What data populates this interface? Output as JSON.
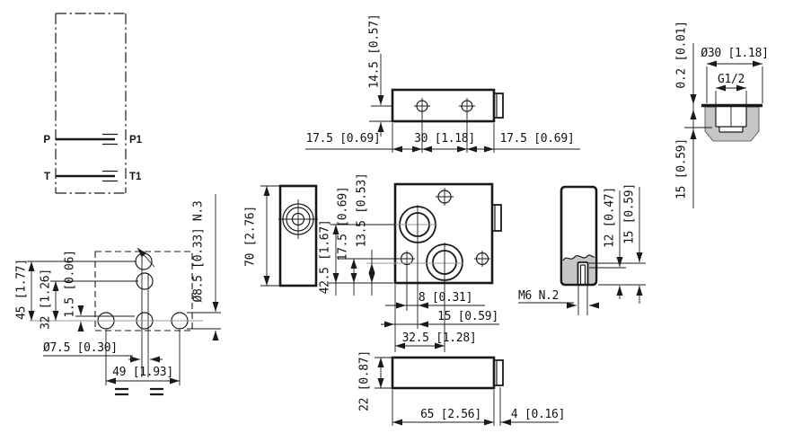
{
  "colors": {
    "line": "#1a1a1a",
    "gray_fill": "#c6c6c6",
    "centerline_gray": "#9a9a9a",
    "background": "#ffffff"
  },
  "schematic": {
    "p": "P",
    "p1": "P1",
    "t": "T",
    "t1": "T1"
  },
  "mounting": {
    "dim_45": "45 [1.77]",
    "dim_32": "32 [1.26]",
    "dim_1_5": "1.5 [0.06]",
    "dia_7_5": "Ø7.5 [0.30]",
    "dim_49": "49 [1.93]",
    "dia_8_5": "Ø8.5 [0.33] N.3"
  },
  "top_view": {
    "dim_14_5": "14.5 [0.57]",
    "dim_17_5_left": "17.5 [0.69]",
    "dim_30": "30 [1.18]",
    "dim_17_5_right": "17.5 [0.69]"
  },
  "side_view": {
    "dim_70": "70 [2.76]"
  },
  "front_view": {
    "dim_42_5": "42.5 [1.67]",
    "dim_17_5": "17.5 [0.69]",
    "dim_13_5": "13.5 [0.53]",
    "dim_8": "8 [0.31]",
    "dim_15": "15 [0.59]",
    "dim_32_5": "32.5 [1.28]"
  },
  "section_view": {
    "dim_12": "12 [0.47]",
    "dim_15": "15 [0.59]",
    "thread": "M6 N.2"
  },
  "bottom_view": {
    "dim_22": "22 [0.87]",
    "dim_65": "65 [2.56]",
    "dim_4": "4 [0.16]"
  },
  "port_detail": {
    "dim_0_2": "0.2 [0.01]",
    "dia_30": "Ø30 [1.18]",
    "thread": "G1/2",
    "dim_15": "15 [0.59]"
  }
}
